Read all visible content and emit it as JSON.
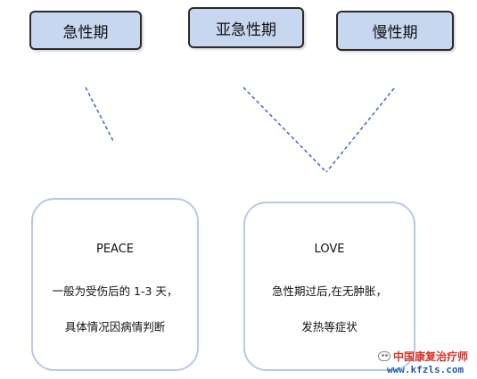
{
  "phases": {
    "acute": "急性期",
    "subacute": "亚急性期",
    "chronic": "慢性期"
  },
  "cards": {
    "peace": {
      "heading": "PEACE",
      "line1": "一般为受伤后的 1-3 天，",
      "line2": "具体情况因病情判断"
    },
    "love": {
      "heading": "LOVE",
      "line1": "急性期过后,在无肿胀，",
      "line2": "发热等症状"
    }
  },
  "watermark": {
    "name": "中国康复治疗师",
    "url": "www.kfzls.com"
  },
  "colors": {
    "phase_fill": "#c8d7f0",
    "connector": "#4a74b8",
    "card_border": "#b8c9e6",
    "watermark_name": "#d4342a",
    "watermark_url": "#2a5db0"
  }
}
